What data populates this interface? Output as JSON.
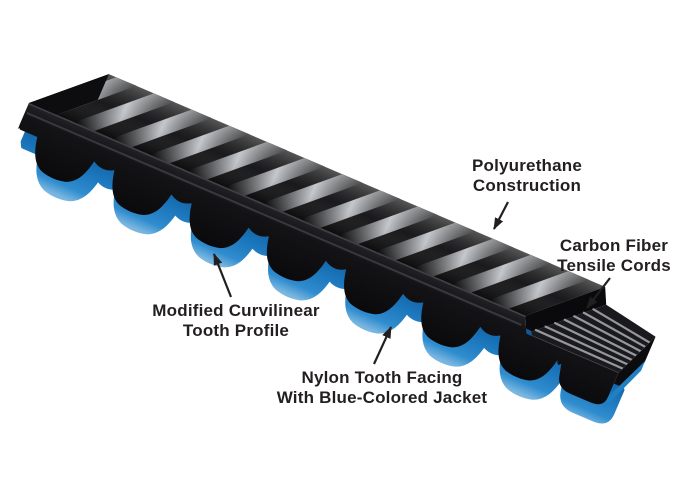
{
  "diagram": {
    "subject": "timing-belt-construction",
    "labels": [
      {
        "id": "polyurethane",
        "lines": [
          "Polyurethane",
          "Construction"
        ]
      },
      {
        "id": "carbon-cords",
        "lines": [
          "Carbon Fiber",
          "Tensile Cords"
        ]
      },
      {
        "id": "tooth-profile",
        "lines": [
          "Modified Curvilinear",
          "Tooth Profile"
        ]
      },
      {
        "id": "nylon-facing",
        "lines": [
          "Nylon Tooth Facing",
          "With Blue-Colored Jacket"
        ]
      }
    ],
    "colors": {
      "jacket_blue": "#1b76bb",
      "jacket_blue_light": "#7ab6e0",
      "belt_black": "#141416",
      "rib_highlight": "#c9ccd0",
      "text_color": "#231f20",
      "background": "#ffffff"
    }
  }
}
